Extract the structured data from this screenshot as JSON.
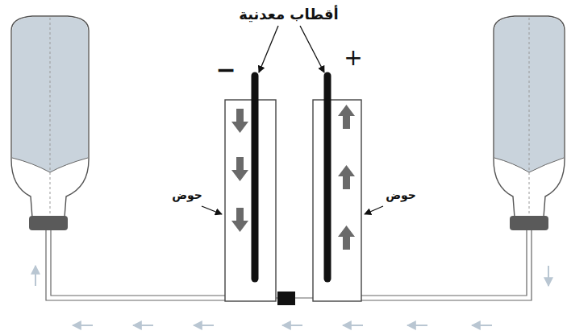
{
  "diagram": {
    "labels": [
      "أقطاب معدنية",
      "−",
      "+",
      "حوض",
      "حوض"
    ]
  }
}
